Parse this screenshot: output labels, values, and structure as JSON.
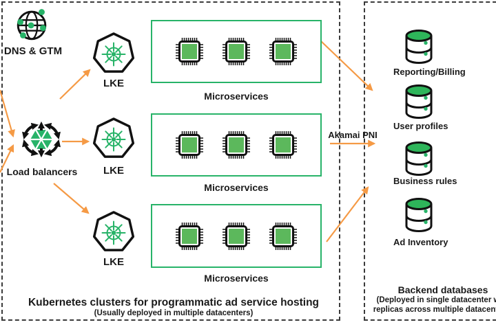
{
  "left_panel": {
    "dns_gtm": {
      "label": "DNS & GTM"
    },
    "load_balancers": {
      "label": "Load balancers"
    },
    "clusters": [
      {
        "lke_label": "LKE",
        "microservices_label": "Microservices"
      },
      {
        "lke_label": "LKE",
        "microservices_label": "Microservices"
      },
      {
        "lke_label": "LKE",
        "microservices_label": "Microservices"
      }
    ],
    "caption": {
      "title": "Kubernetes clusters for programmatic ad service hosting",
      "subtitle": "(Usually deployed in multiple datacenters)"
    }
  },
  "connector": {
    "label": "Akamai PNI"
  },
  "right_panel": {
    "databases": [
      {
        "label": "Reporting/Billing"
      },
      {
        "label": "User profiles"
      },
      {
        "label": "Business rules"
      },
      {
        "label": "Ad Inventory"
      }
    ],
    "caption": {
      "title": "Backend databases",
      "subtitle_line1": "(Deployed in single datacenter with",
      "subtitle_line2": "replicas across multiple datacenters)"
    }
  },
  "colors": {
    "green": "#27B368",
    "chip_green": "#5CB85C",
    "db_green": "#2EB55A",
    "orange": "#F59A45",
    "line_black": "#1A1A1A"
  }
}
